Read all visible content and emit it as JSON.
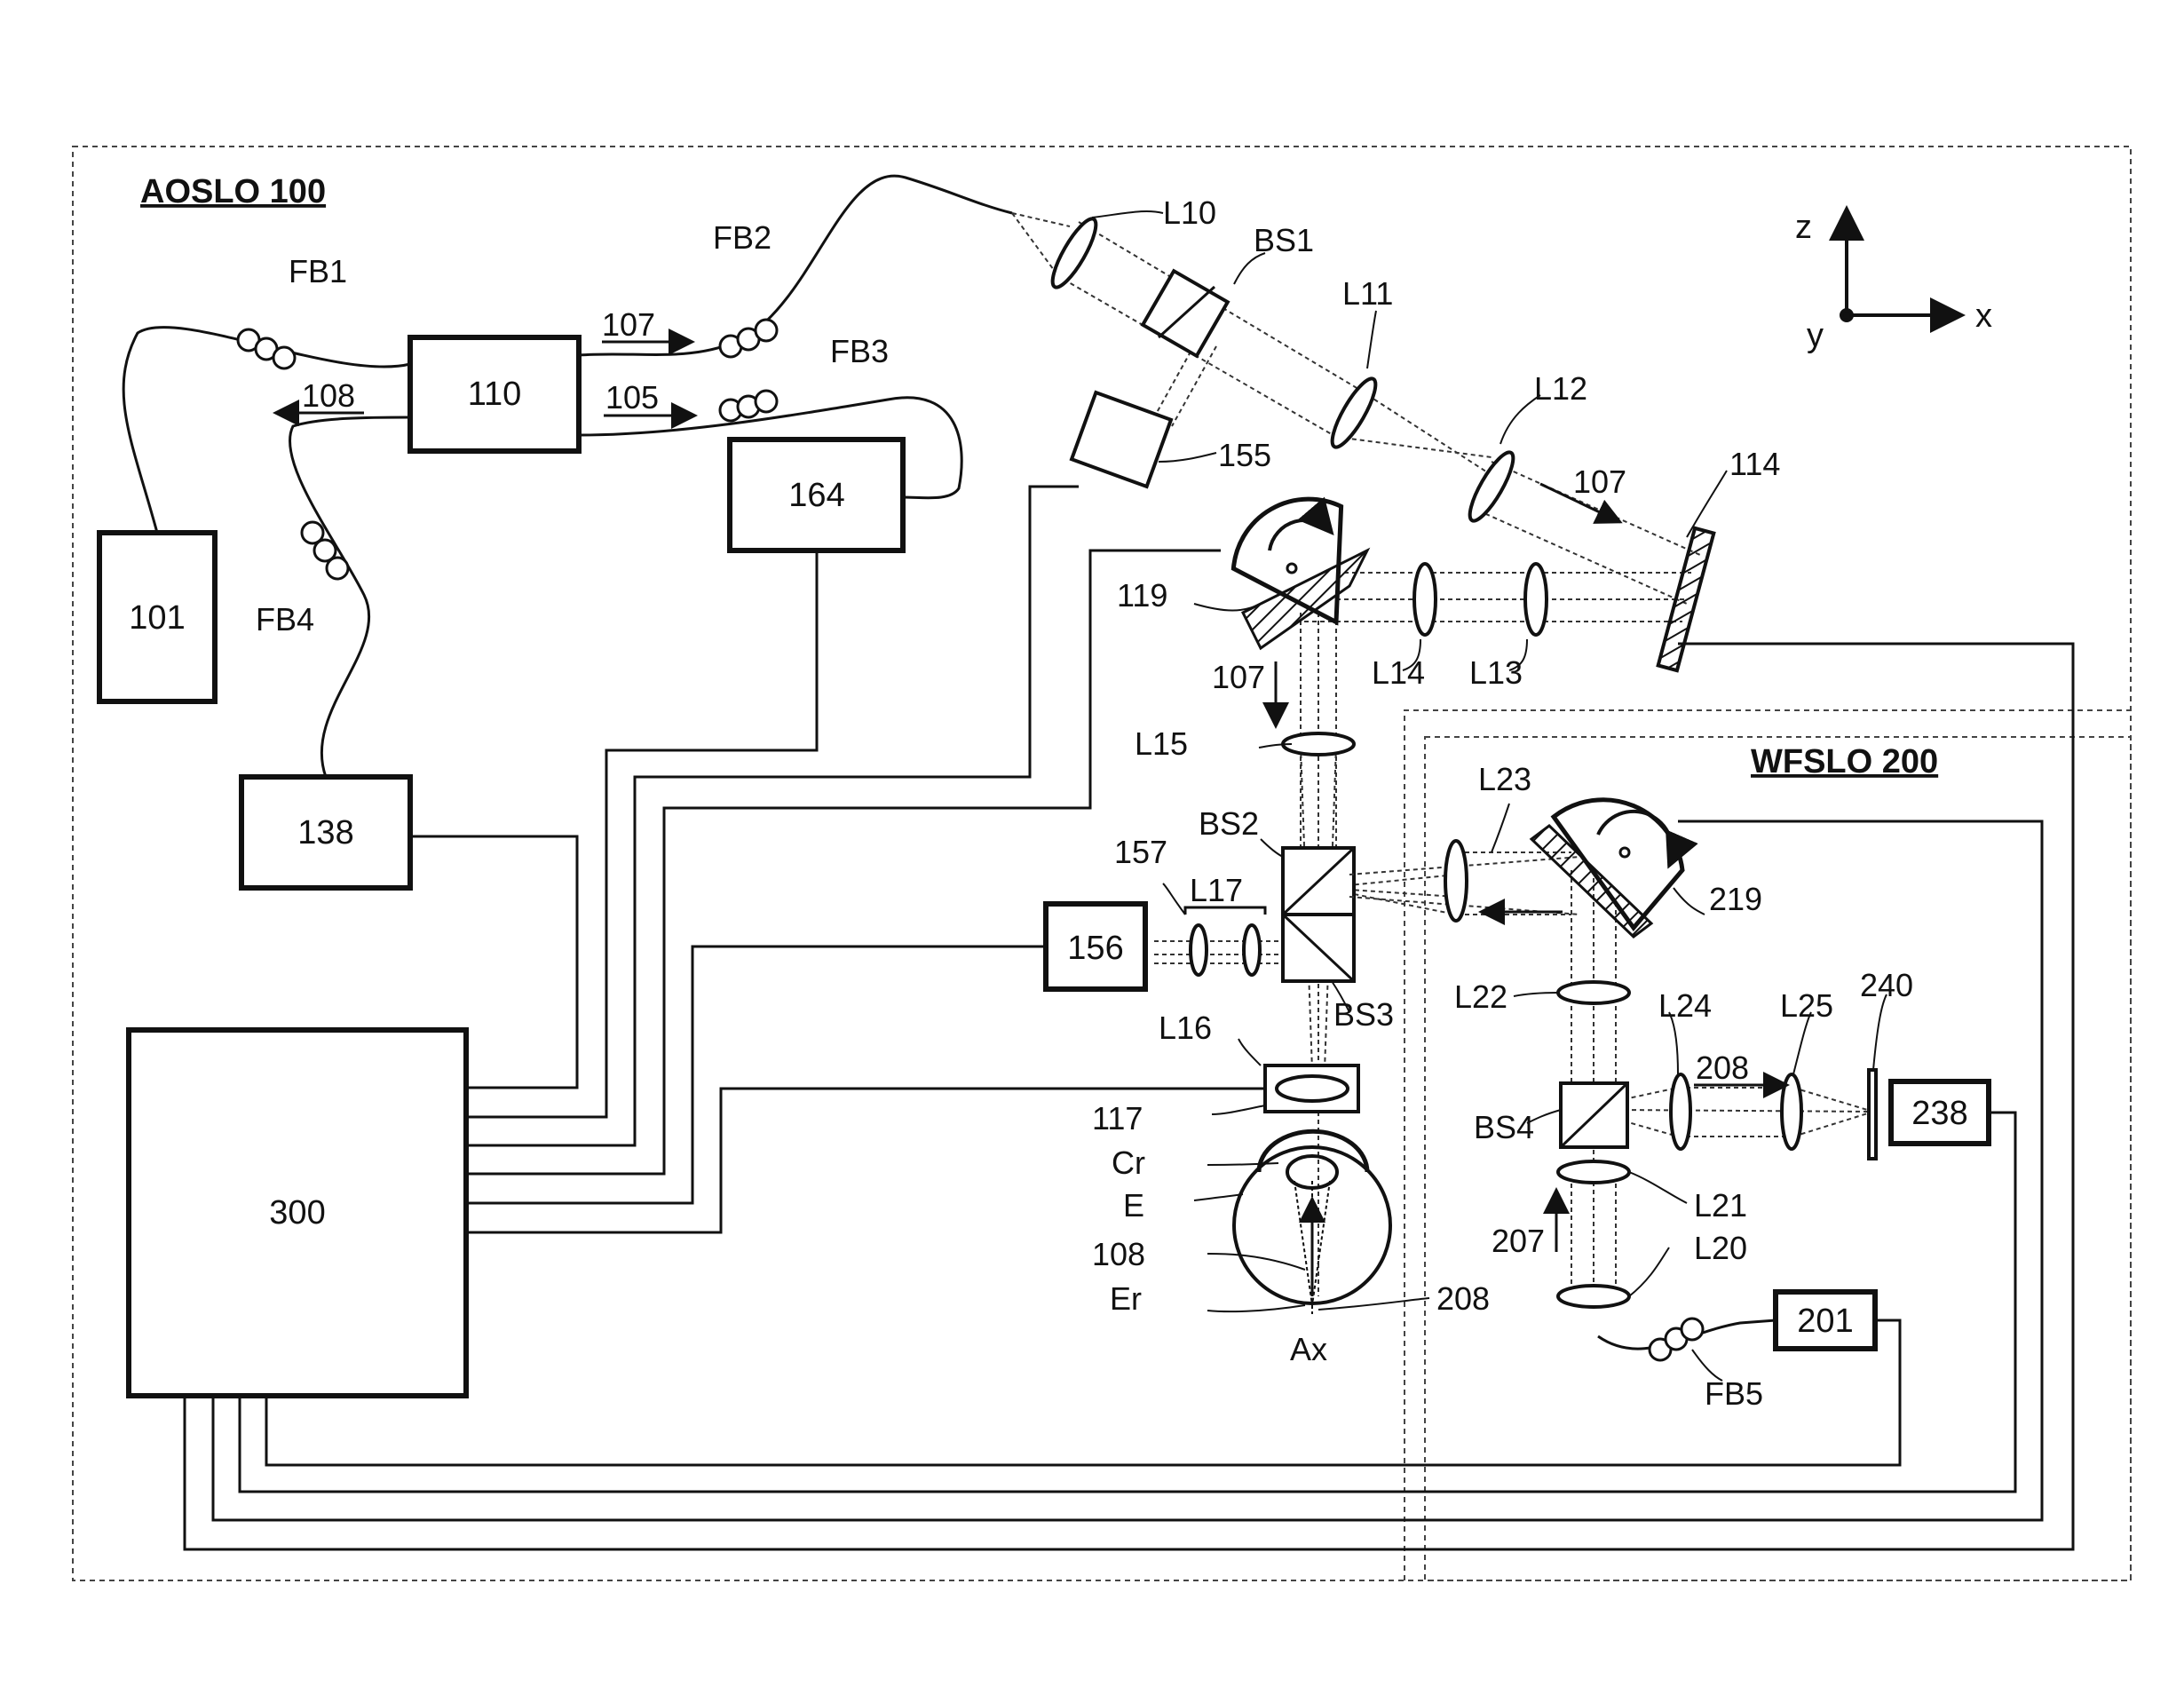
{
  "title_aoslo": "AOSLO 100",
  "title_wfslo": "WFSLO 200",
  "axes": {
    "z": "z",
    "x": "x",
    "y": "y"
  },
  "boxes": {
    "b101": "101",
    "b110": "110",
    "b164": "164",
    "b138": "138",
    "b300": "300",
    "b156": "156",
    "b238": "238",
    "b201": "201"
  },
  "labels": {
    "FB1": "FB1",
    "FB2": "FB2",
    "FB3": "FB3",
    "FB4": "FB4",
    "FB5": "FB5",
    "a107_top": "107",
    "a108": "108",
    "a105": "105",
    "L10": "L10",
    "BS1": "BS1",
    "L11": "L11",
    "L12": "L12",
    "a107_mid": "107",
    "n114": "114",
    "n155": "155",
    "n119": "119",
    "a107_lower": "107",
    "L14": "L14",
    "L13": "L13",
    "L15": "L15",
    "BS2": "BS2",
    "n157": "157",
    "L17": "L17",
    "BS3": "BS3",
    "L16": "L16",
    "n117": "117",
    "Cr": "Cr",
    "E": "E",
    "n108": "108",
    "Er": "Er",
    "n208_eye": "208",
    "Ax": "Ax",
    "L23": "L23",
    "n219": "219",
    "L22": "L22",
    "L24": "L24",
    "L25": "L25",
    "n240": "240",
    "a208": "208",
    "BS4": "BS4",
    "L21": "L21",
    "a207": "207",
    "L20": "L20"
  }
}
